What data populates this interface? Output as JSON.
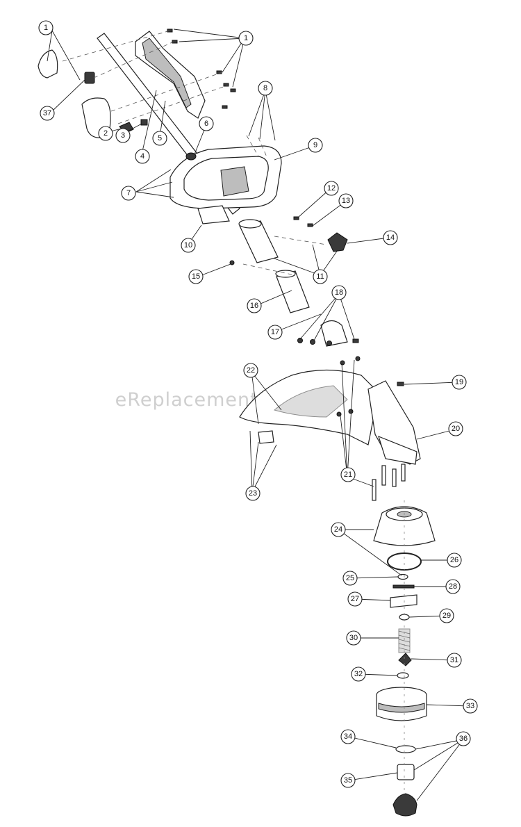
{
  "watermark": "eReplacementParts.com",
  "callouts": [
    "1",
    "1",
    "37",
    "2",
    "3",
    "4",
    "5",
    "6",
    "7",
    "8",
    "9",
    "10",
    "11",
    "12",
    "13",
    "14",
    "15",
    "16",
    "17",
    "18",
    "19",
    "20",
    "21",
    "22",
    "23",
    "24",
    "25",
    "26",
    "27",
    "28",
    "29",
    "30",
    "31",
    "32",
    "33",
    "34",
    "35",
    "36"
  ]
}
